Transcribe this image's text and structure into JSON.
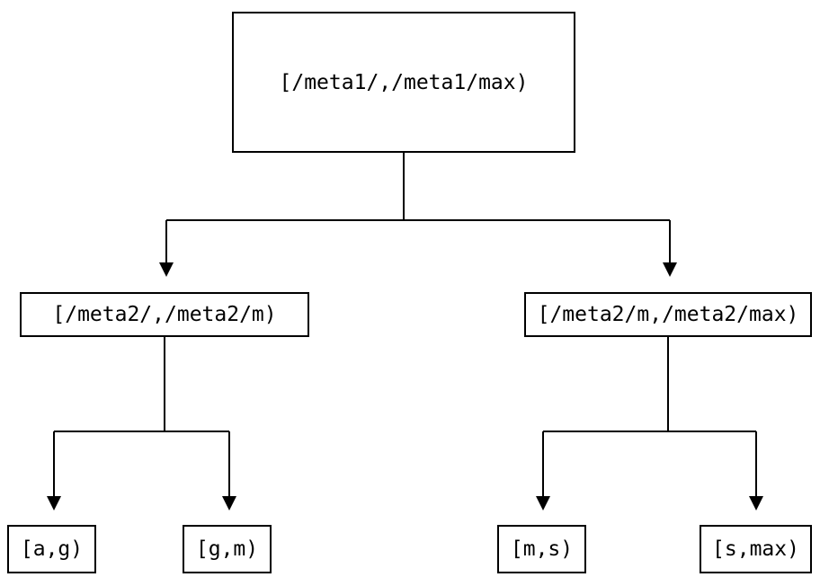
{
  "diagram": {
    "type": "binary-interval-tree",
    "colors": {
      "background": "#ffffff",
      "line": "#000000",
      "text": "#000000"
    },
    "tree": {
      "root": {
        "label": "[/meta1/,/meta1/max)",
        "children": [
          {
            "label": "[/meta2/,/meta2/m)",
            "children": [
              {
                "label": "[a,g)"
              },
              {
                "label": "[g,m)"
              }
            ]
          },
          {
            "label": "[/meta2/m,/meta2/max)",
            "children": [
              {
                "label": "[m,s)"
              },
              {
                "label": "[s,max)"
              }
            ]
          }
        ]
      }
    }
  }
}
